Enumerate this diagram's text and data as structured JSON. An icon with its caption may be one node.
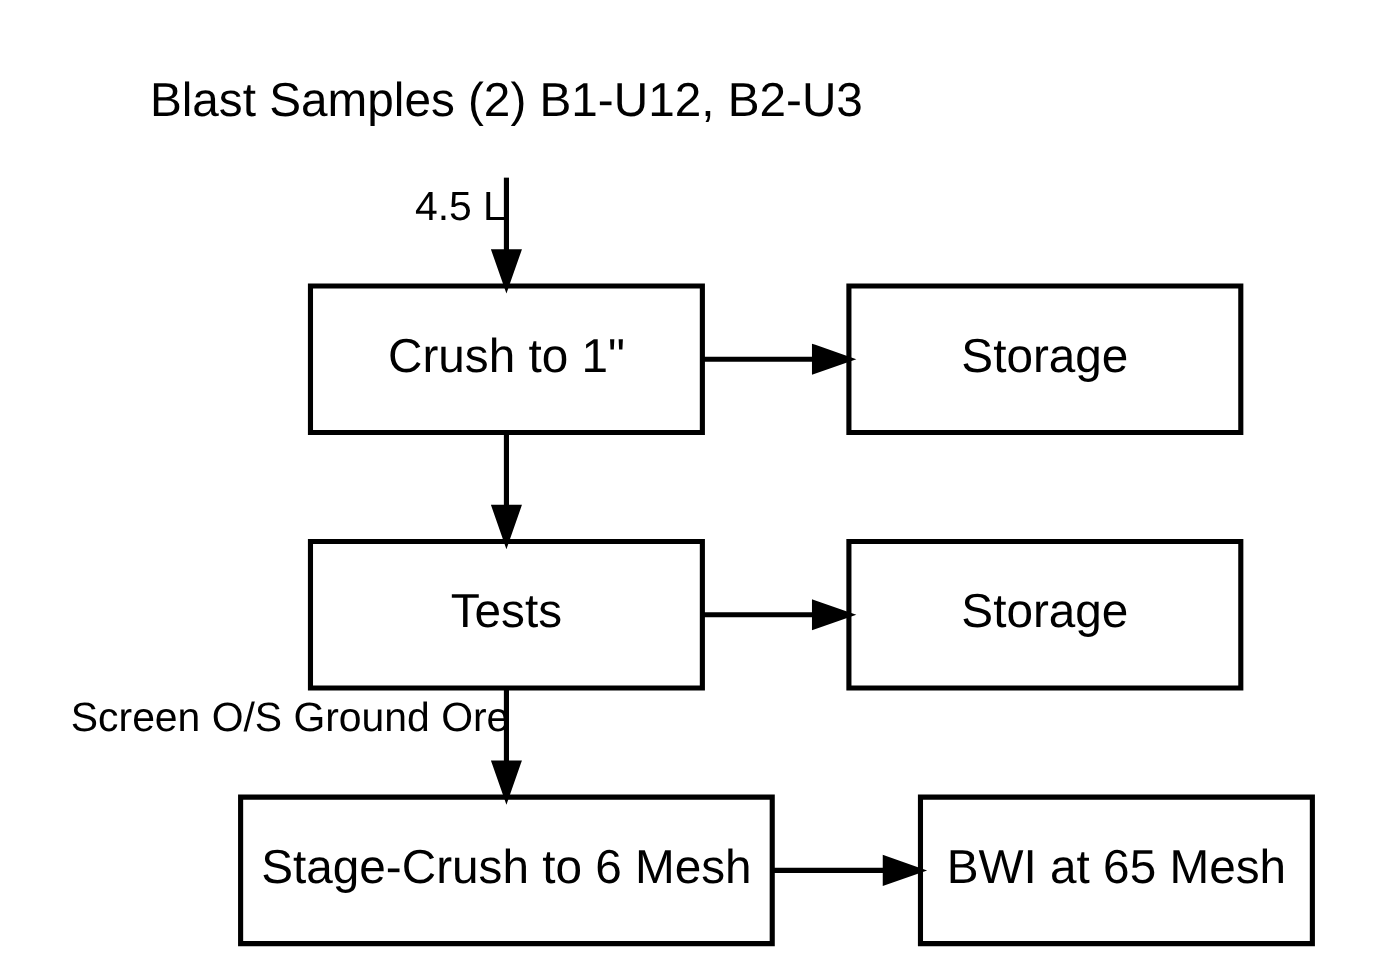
{
  "diagram": {
    "nodes": [
      {
        "text": [
          "Blast Samples (2) B1-U12, B2-U3"
        ]
      },
      {
        "text": [
          "Storage"
        ]
      },
      {
        "text": [
          "Crush to 1\""
        ]
      },
      {
        "text": [
          "Storage"
        ]
      },
      {
        "text": [
          "Tests"
        ]
      },
      {
        "text": [
          "Stage-Crush to 6 Mesh"
        ]
      },
      {
        "text": [
          "BWI at 65 Mesh"
        ]
      }
    ],
    "edges": [
      {
        "from": 0,
        "to": 2,
        "arrow": "to",
        "label": "4.5 L"
      },
      {
        "from": 2,
        "to": 1,
        "arrow": "to"
      },
      {
        "from": 2,
        "to": 4,
        "arrow": "to"
      },
      {
        "from": 4,
        "to": 3,
        "arrow": "to"
      },
      {
        "from": 4,
        "to": 5,
        "arrow": "to",
        "label": "Screen O/S Ground Ore"
      },
      {
        "from": 5,
        "to": 6,
        "arrow": "to"
      }
    ]
  }
}
